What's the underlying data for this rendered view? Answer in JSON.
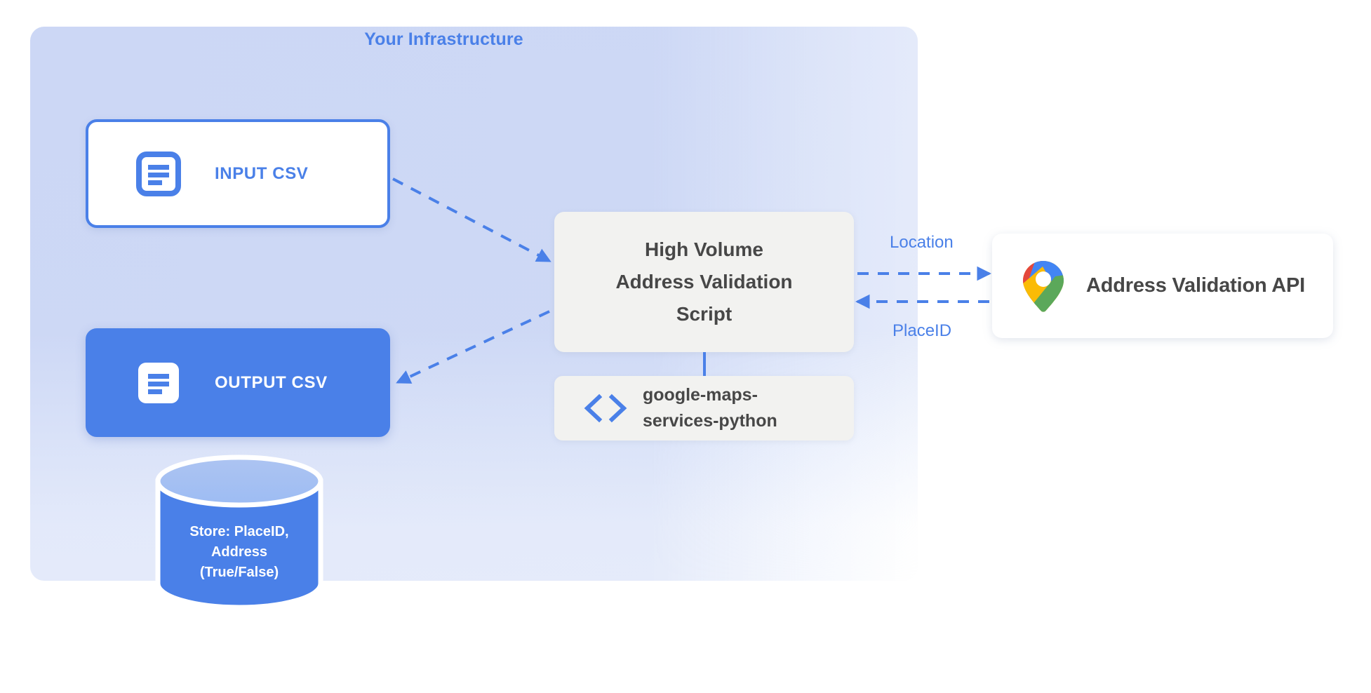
{
  "panel": {
    "title": "Your Infrastructure"
  },
  "nodes": {
    "input_csv": {
      "label": "INPUT CSV",
      "icon": "document-icon"
    },
    "output_csv": {
      "label": "OUTPUT CSV",
      "icon": "document-icon"
    },
    "script": {
      "line1": "High Volume",
      "line2": "Address Validation",
      "line3": "Script"
    },
    "library": {
      "line1": "google-maps-",
      "line2": "services-python",
      "icon": "code-brackets-icon"
    },
    "api": {
      "label": "Address Validation API",
      "icon": "google-maps-pin-icon"
    },
    "database": {
      "line1": "Store: PlaceID,",
      "line2": "Address",
      "line3": "(True/False)"
    }
  },
  "edges": {
    "location": "Location",
    "placeid": "PlaceID"
  },
  "colors": {
    "brand_blue": "#4a80e8",
    "panel_bg": "#e4eafa",
    "box_grey": "#f2f2f0",
    "text_dark": "#474747",
    "pin_blue": "#4285f4",
    "pin_red": "#e4473c",
    "pin_yellow": "#fabb06",
    "pin_green": "#5ba85a"
  }
}
